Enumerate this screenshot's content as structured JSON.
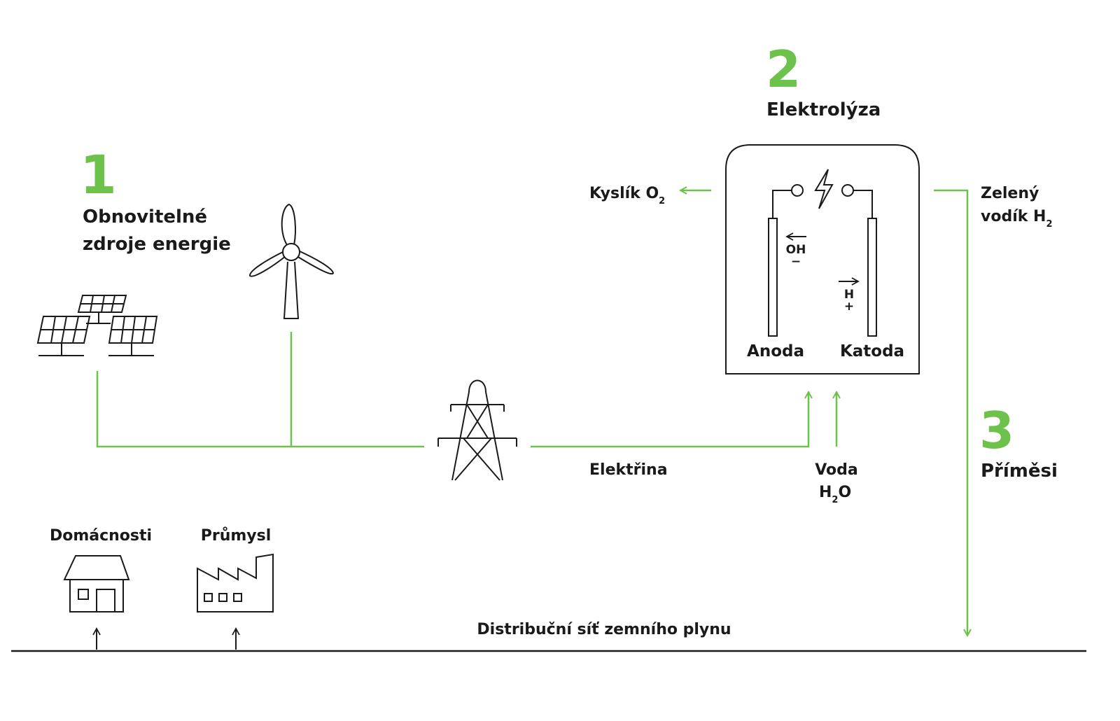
{
  "colors": {
    "accent": "#6cc24a",
    "ink": "#1a1a1a"
  },
  "step1": {
    "number": "1",
    "title_line1": "Obnovitelné",
    "title_line2": "zdroje energie"
  },
  "step2": {
    "number": "2",
    "title": "Elektrolýza"
  },
  "step3": {
    "number": "3",
    "title": "Příměsi"
  },
  "electrolyzer": {
    "anode_label": "Anoda",
    "cathode_label": "Katoda",
    "oh_ion": "OH",
    "oh_charge": "−",
    "h_ion": "H",
    "h_charge": "+"
  },
  "flows": {
    "oxygen": "Kyslík O",
    "oxygen_sub": "2",
    "green_h2_line1": "Zelený",
    "green_h2_line2": "vodík H",
    "green_h2_sub": "2",
    "electricity": "Elektřina",
    "water_line1": "Voda",
    "water_h": "H",
    "water_sub": "2",
    "water_o": "O"
  },
  "consumers": {
    "households": "Domácnosti",
    "industry": "Průmysl"
  },
  "grid": {
    "label": "Distribuční síť zemního plynu"
  },
  "icons": [
    "solar-panels-icon",
    "wind-turbine-icon",
    "power-pylon-icon",
    "lightning-icon",
    "house-icon",
    "factory-icon"
  ]
}
